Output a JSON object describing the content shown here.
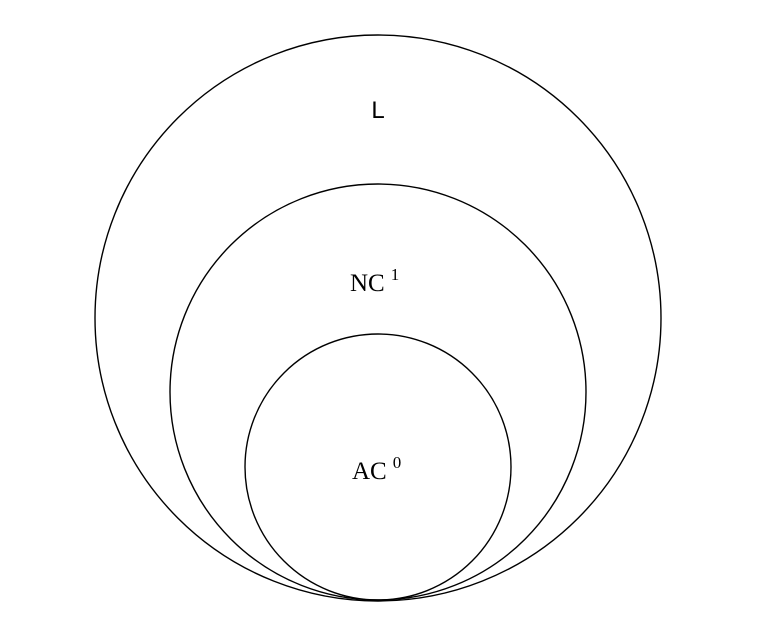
{
  "diagram": {
    "sets": [
      {
        "name": "L",
        "base": "L",
        "superscript": ""
      },
      {
        "name": "NC1",
        "base": "NC",
        "superscript": "1"
      },
      {
        "name": "AC0",
        "base": "AC",
        "superscript": "0"
      }
    ]
  }
}
